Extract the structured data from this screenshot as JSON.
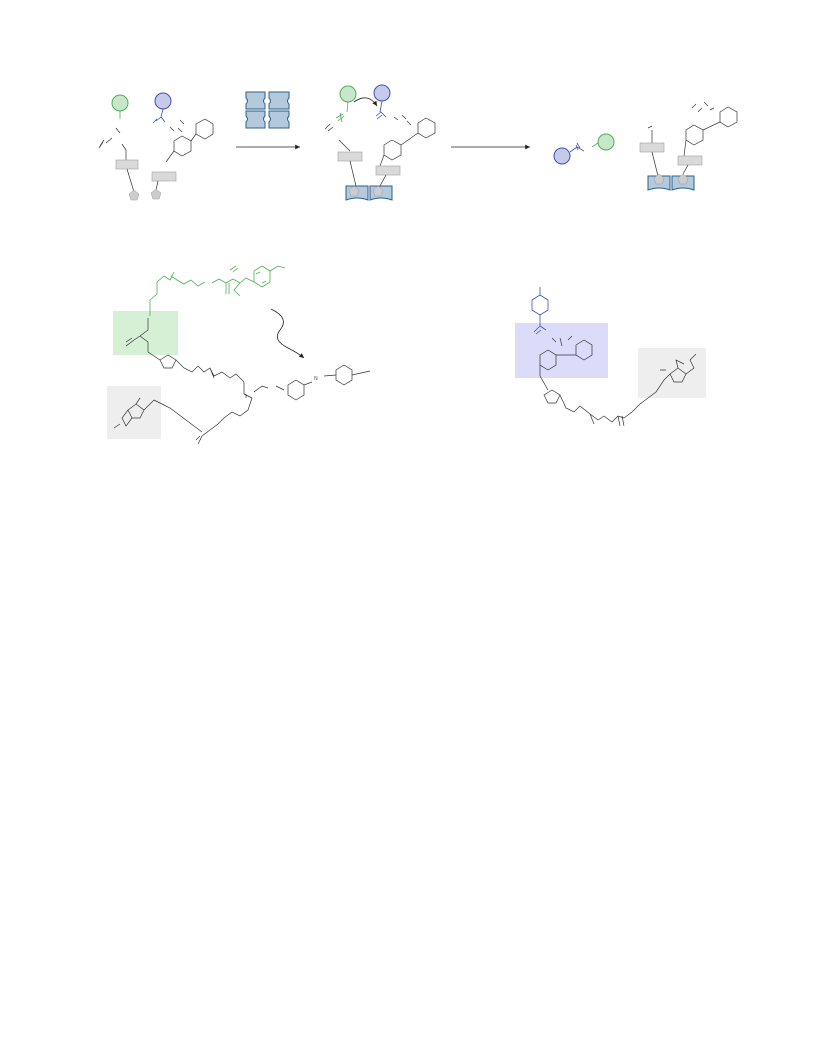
{
  "figure": {
    "colors": {
      "green_accent": "#4caf50",
      "green_fill": "#c8e6c9",
      "blue_accent": "#3f51b5",
      "blue_fill": "#c5cae9",
      "protein_fill": "#b3c9dc",
      "protein_stroke": "#2f5f8a",
      "gray_fill": "#d9d9d9",
      "highlight_green": "#d5f0d5",
      "highlight_blue": "#dcdcfa",
      "highlight_gray": "#eeeeee"
    },
    "icons": [
      "green-ligand-ball",
      "blue-ligand-ball",
      "protein-tetramer",
      "linker-rectangle",
      "pentagon-anchor",
      "reaction-arrow",
      "curved-arrow"
    ]
  }
}
